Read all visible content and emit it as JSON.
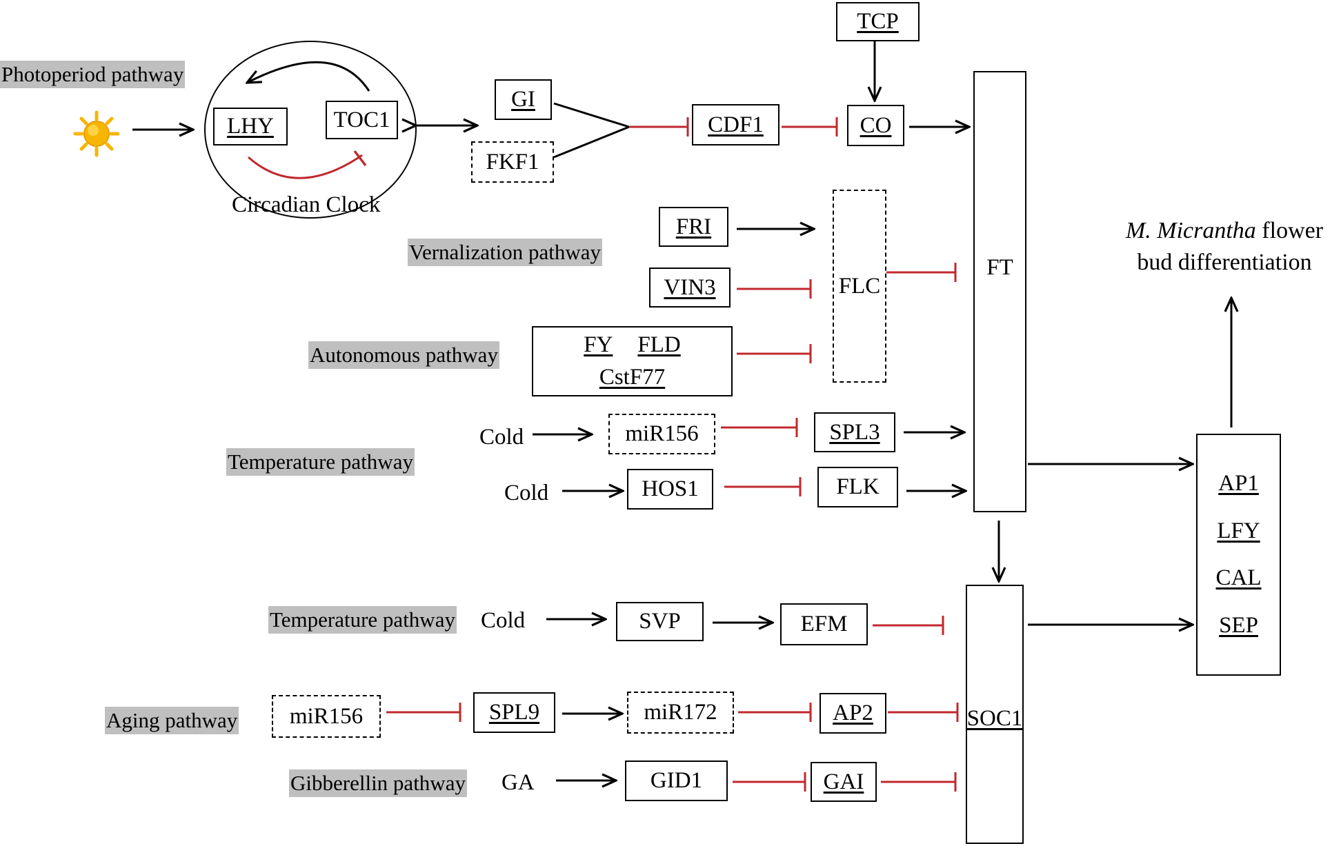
{
  "pathways": {
    "photoperiod": "Photoperiod pathway",
    "vernalization": "Vernalization  pathway",
    "autonomous": "Autonomous pathway",
    "temperature1": "Temperature pathway",
    "temperature2": "Temperature  pathway",
    "aging": "Aging  pathway",
    "gibberellin": "Gibberellin  pathway"
  },
  "clock": {
    "label": "Circadian Clock",
    "lhy": "LHY",
    "toc1": "TOC1"
  },
  "genes": {
    "gi": "GI",
    "fkf1": "FKF1",
    "cdf1": "CDF1",
    "co": "CO",
    "tcp": "TCP",
    "fri": "FRI",
    "vin3": "VIN3",
    "flc": "FLC",
    "fy": "FY",
    "fld": "FLD",
    "cstf77": "CstF77",
    "mir156_temp": "miR156",
    "spl3": "SPL3",
    "hos1": "HOS1",
    "flk": "FLK",
    "ft": "FT",
    "soc1": "SOC1",
    "svp": "SVP",
    "efm": "EFM",
    "mir156_aging": "miR156",
    "spl9": "SPL9",
    "mir172": "miR172",
    "ap2": "AP2",
    "gid1": "GID1",
    "gai": "GAI"
  },
  "inputs": {
    "cold1": "Cold",
    "cold2": "Cold",
    "cold3": "Cold",
    "ga": "GA"
  },
  "output": {
    "title_italic": "M. Micrantha",
    "title_rest": " flower",
    "title_line2": "bud differentiation",
    "genes": [
      "AP1",
      "LFY",
      "CAL",
      "SEP"
    ]
  },
  "colors": {
    "activation": "#000000",
    "inhibition": "#c0282d",
    "highlight": "#bfbfbf",
    "sun": "#f7b500"
  },
  "icons": {
    "sun": "sun-icon"
  }
}
